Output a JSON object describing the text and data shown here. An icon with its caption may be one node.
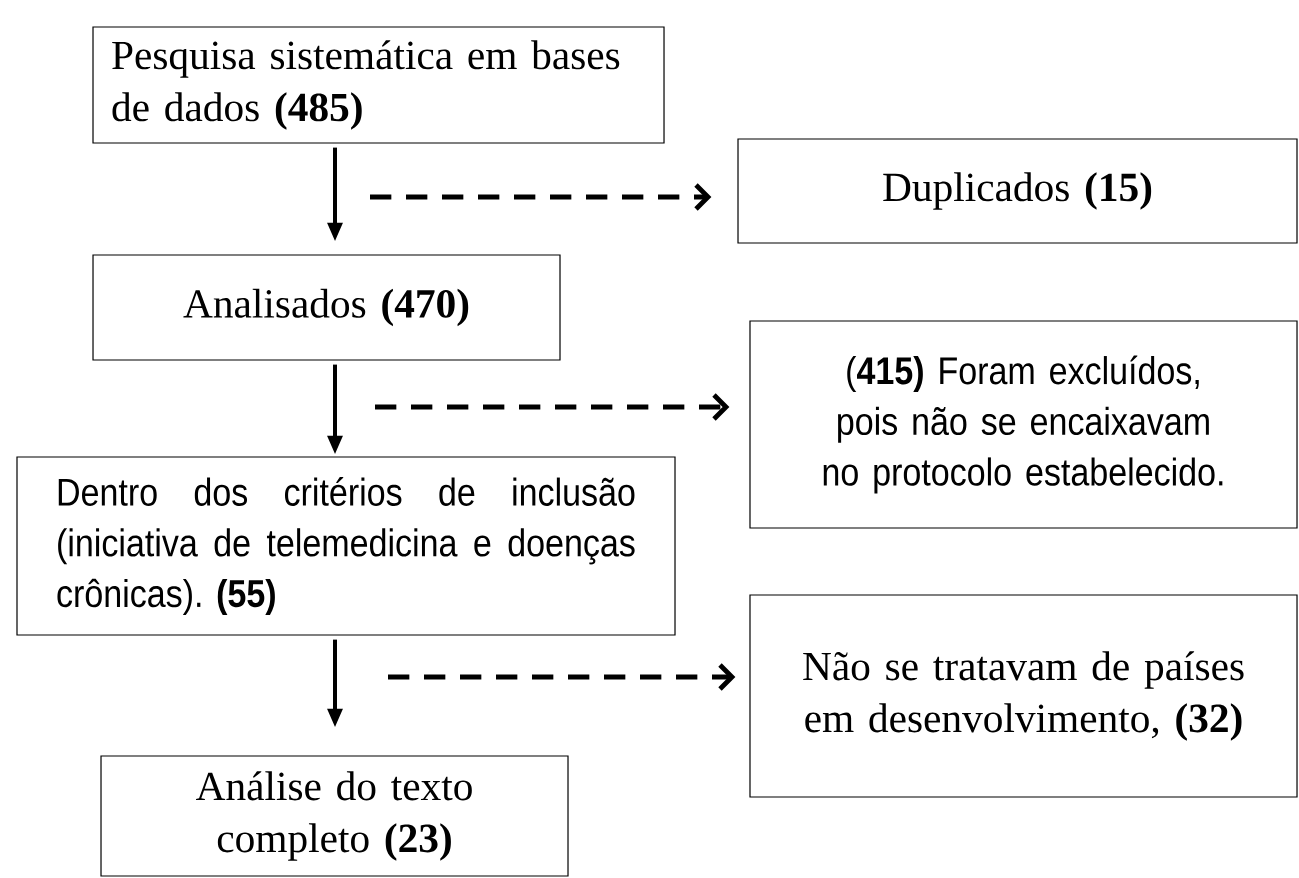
{
  "diagram": {
    "nodes": [
      {
        "text": [
          "Pesquisa sistemática em bases de dados **(485)**"
        ]
      },
      {
        "text": [
          "Duplicados **(15)**"
        ]
      },
      {
        "text": [
          "Analisados **(470)**"
        ]
      },
      {
        "text": [
          "(**415)** Foram excluídos, pois não se encaixavam no protocolo estabelecido."
        ]
      },
      {
        "text": [
          "Dentro dos critérios de inclusão (iniciativa de telemedicina e doenças crônicas). **(55)**"
        ]
      },
      {
        "text": [
          "Não se tratavam de países em desenvolvimento, **(32)**"
        ]
      },
      {
        "text": [
          "Análise do texto completo **(23)**"
        ]
      }
    ],
    "edges": [
      {
        "from": 0,
        "to": 2,
        "arrow": "to"
      },
      {
        "from": null,
        "to": 1,
        "arrow": "to",
        "style": "dashed"
      },
      {
        "from": 2,
        "to": 4,
        "arrow": "to"
      },
      {
        "from": null,
        "to": 3,
        "arrow": "to",
        "style": "dashed"
      },
      {
        "from": 4,
        "to": 6,
        "arrow": "to"
      },
      {
        "from": null,
        "to": 5,
        "arrow": "to",
        "style": "dashed"
      }
    ]
  }
}
